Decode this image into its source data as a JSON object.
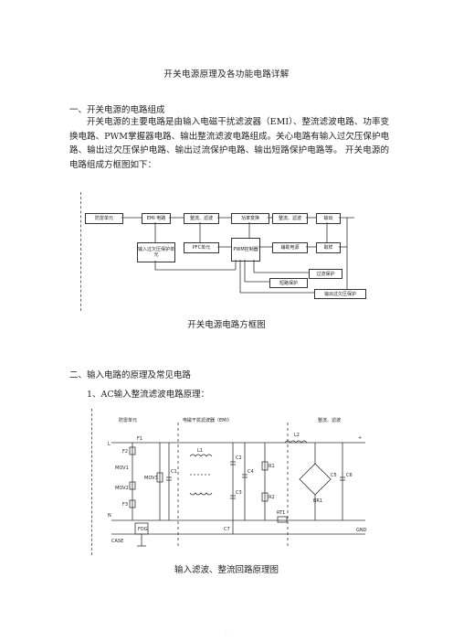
{
  "doc": {
    "title": "开关电源原理及各功能电路详解",
    "section1_heading": "一、开关电源的电路组成",
    "section1_paragraph": "开关电源的主要电路是由输入电磁干扰滤波器（EMI）、整流滤波电路、功率变换电路、PWM掌握器电路、输出整流滤波电路组成。关心电路有输入过欠压保护电路、输出过欠压保护电路、输出过流保护电路、输出短路保护电路等。 开关电源的电路组成方框图如下：",
    "figure1_caption": "开关电源电路方框图",
    "section2_heading": "二、输入电路的原理及常见电路",
    "subsection_heading": "1、AC输入整流滤波电路原理：",
    "figure2_caption": "输入滤波、整流回路原理图",
    "footer_mark": "."
  },
  "block_diagram": {
    "b_protect": "防雷单元",
    "b_emi": "EMI 电路",
    "b_rect": "整流、滤波",
    "b_power": "功率变换",
    "b_out_rect": "整流、滤波",
    "b_output": "输出",
    "b_in_prot": "输入过欠压保护单元",
    "b_pfc": "PFC单元",
    "b_pwm": "PWM控制器",
    "b_aux": "辅助电源",
    "b_sample": "取样",
    "b_ocp": "过流保护",
    "b_short": "短路保护",
    "b_ovp": "输出过欠压保护"
  },
  "circuit": {
    "lbl_protect": "防雷单元",
    "lbl_emi": "电磁干扰滤波器（EMI）",
    "lbl_rect": "整流、滤波",
    "lbl_l": "L",
    "lbl_n": "N",
    "lbl_case": "CASE",
    "lbl_f1": "F1",
    "lbl_f2": "F2",
    "lbl_f3": "F3",
    "lbl_mov1": "MOV1",
    "lbl_mov2": "MOV2",
    "lbl_mov3": "MOV3",
    "lbl_c1": "C1",
    "lbl_l1": "L1",
    "lbl_c2": "C2",
    "lbl_c3": "C3",
    "lbl_c4": "C4",
    "lbl_r1": "R1",
    "lbl_r2": "R2",
    "lbl_l2": "L2",
    "lbl_rt1": "RT1",
    "lbl_c7": "C7",
    "lbl_br1": "BR1",
    "lbl_c5": "C5",
    "lbl_c6": "C6",
    "lbl_fdg": "FDG",
    "lbl_gnd": "GND",
    "lbl_plus": "+"
  }
}
